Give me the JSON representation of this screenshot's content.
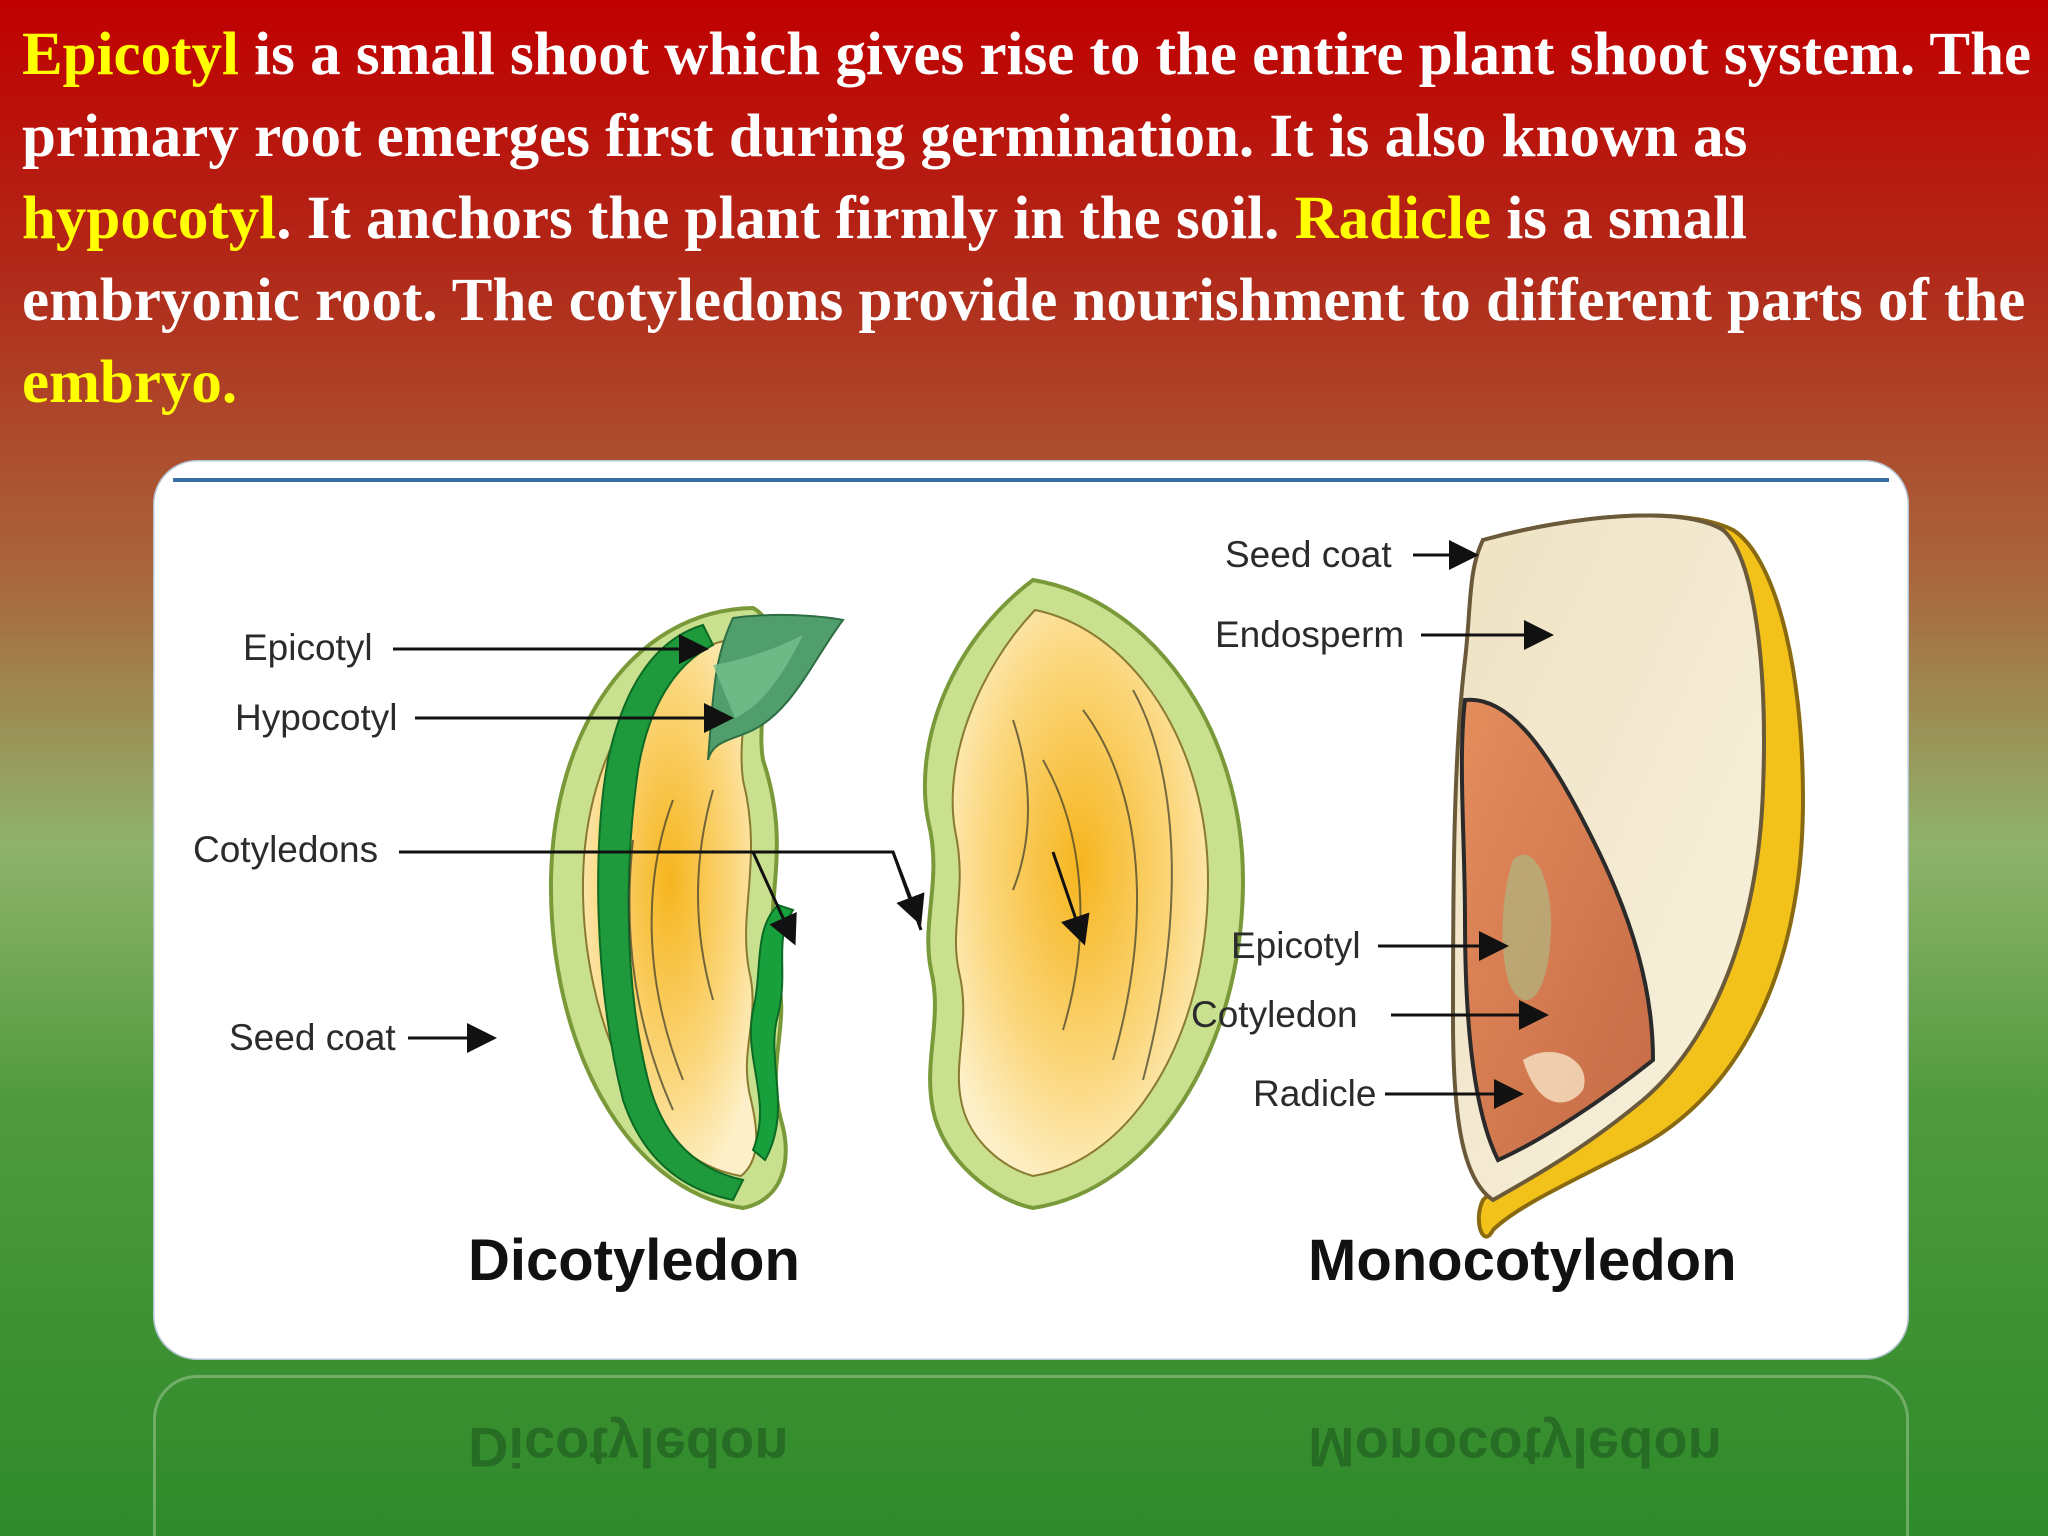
{
  "intro": {
    "epicotyl_term": "Epicotyl",
    "text_1": " is a small shoot which gives rise to the entire plant shoot system. The primary root emerges first during germination. It is also known as ",
    "hypocotyl_term": "hypocotyl",
    "text_2": ". It anchors the plant firmly in the soil. ",
    "radicle_term": "Radicle",
    "text_3": " is a small embryonic root. The cotyledons provide nourishment to different parts of the ",
    "embryo_term": "embryo."
  },
  "dicot": {
    "caption": "Dicotyledon",
    "labels": {
      "epicotyl": "Epicotyl",
      "hypocotyl": "Hypocotyl",
      "cotyledons": "Cotyledons",
      "seed_coat": "Seed coat"
    }
  },
  "monocot": {
    "caption": "Monocotyledon",
    "labels": {
      "seed_coat": "Seed coat",
      "endosperm": "Endosperm",
      "epicotyl": "Epicotyl",
      "cotyledon": "Cotyledon",
      "radicle": "Radicle"
    }
  },
  "colors": {
    "background_top": "#c00000",
    "background_bottom": "#2e8a2a",
    "highlight": "#ffff00",
    "text": "#ffffff"
  }
}
